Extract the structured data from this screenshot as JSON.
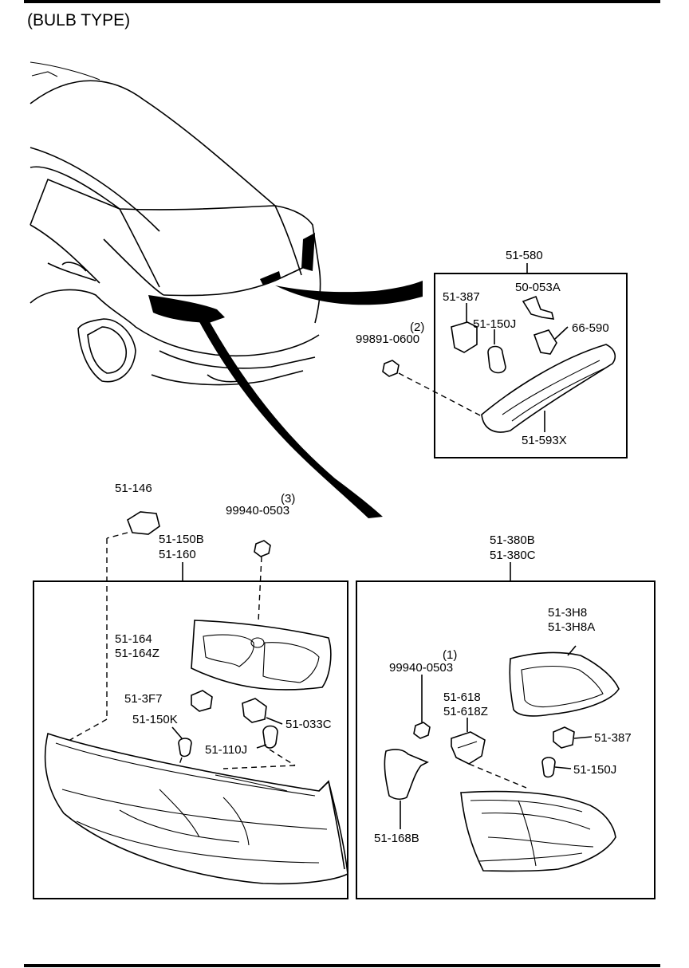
{
  "title": "(BULB TYPE)",
  "labels": {
    "p51_580": "51-580",
    "p50_053A": "50-053A",
    "p51_387_top": "51-387",
    "p51_150J_top": "51-150J",
    "p66_590": "66-590",
    "qty_2": "(2)",
    "p99891_0600": "99891-0600",
    "p51_593X": "51-593X",
    "p51_146": "51-146",
    "qty_3": "(3)",
    "p99940_0503_left": "99940-0503",
    "p51_150B": "51-150B",
    "p51_160": "51-160",
    "p51_164": "51-164",
    "p51_164Z": "51-164Z",
    "p51_3F7": "51-3F7",
    "p51_150K": "51-150K",
    "p51_033C": "51-033C",
    "p51_110J": "51-110J",
    "p51_380B": "51-380B",
    "p51_380C": "51-380C",
    "p51_3H8": "51-3H8",
    "p51_3H8A": "51-3H8A",
    "qty_1": "(1)",
    "p99940_0503_right": "99940-0503",
    "p51_618": "51-618",
    "p51_618Z": "51-618Z",
    "p51_387_right": "51-387",
    "p51_150J_right": "51-150J",
    "p51_168B": "51-168B"
  }
}
